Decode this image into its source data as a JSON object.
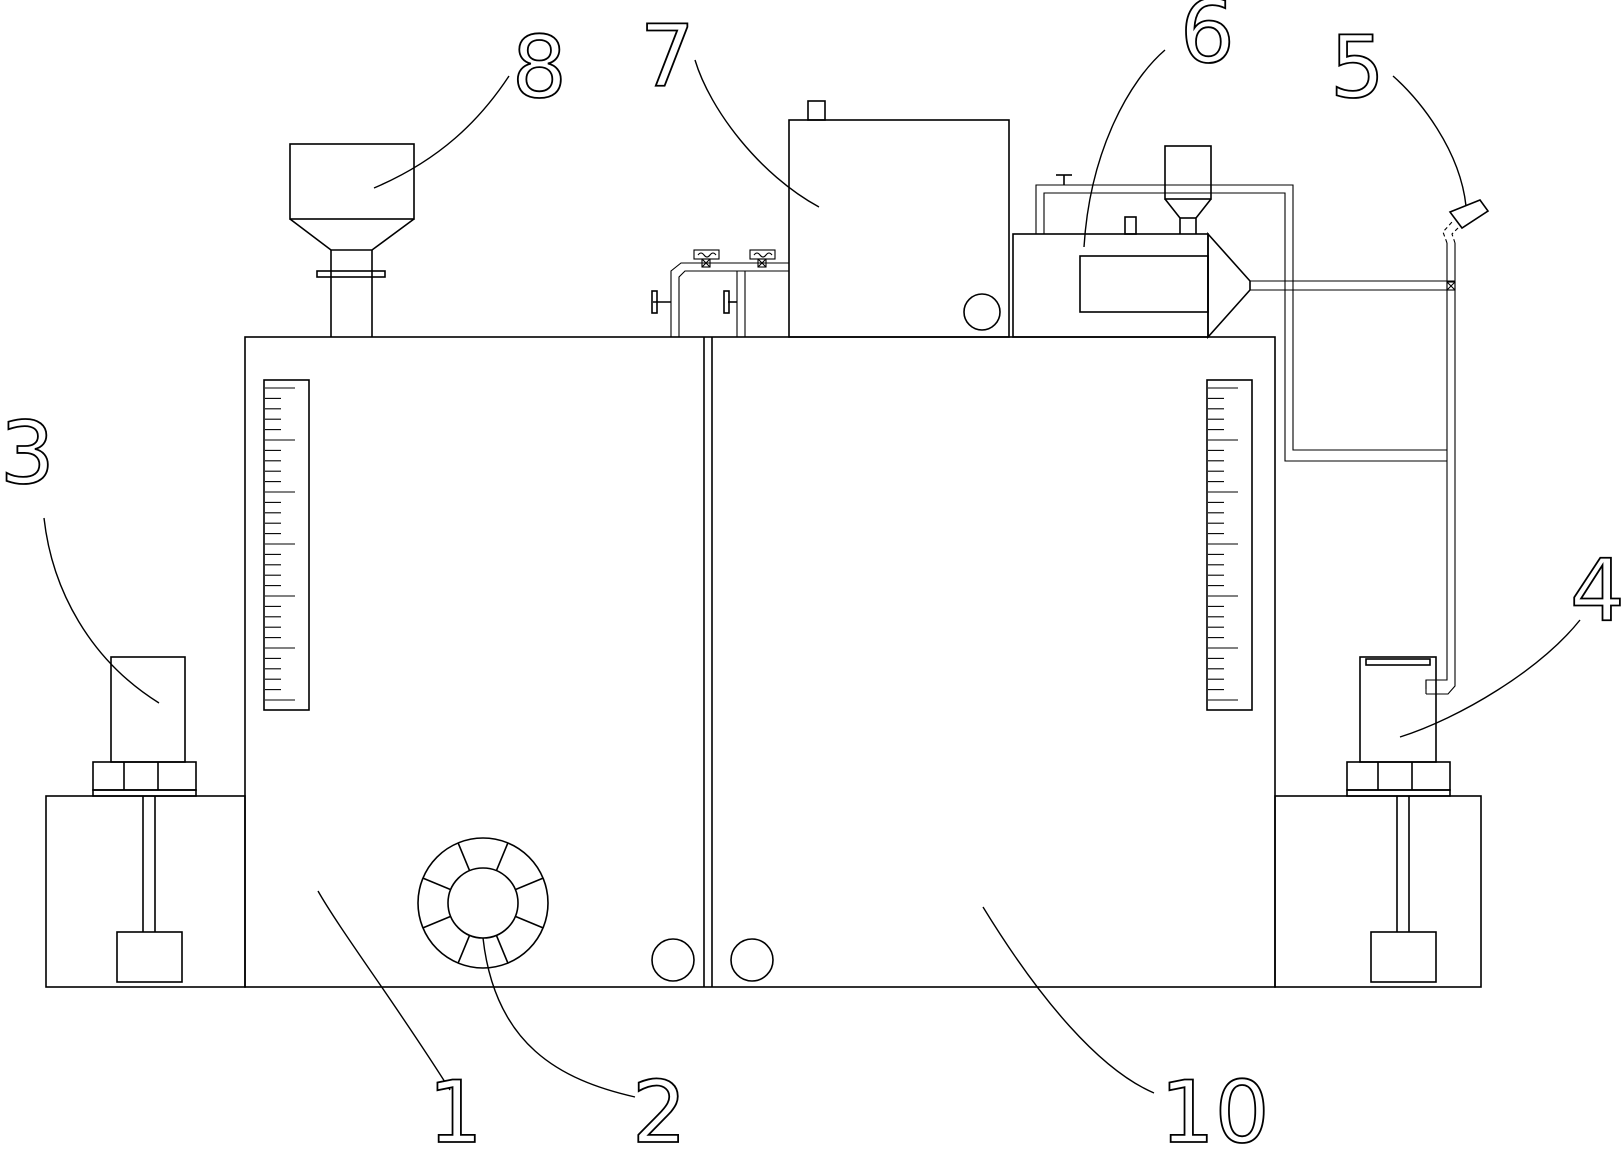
{
  "labels": {
    "l1": "1",
    "l2": "2",
    "l3": "3",
    "l4": "4",
    "l5": "5",
    "l6": "6",
    "l7": "7",
    "l8": "8",
    "l10": "10"
  },
  "colors": {
    "stroke": "#000000",
    "background": "#ffffff"
  }
}
